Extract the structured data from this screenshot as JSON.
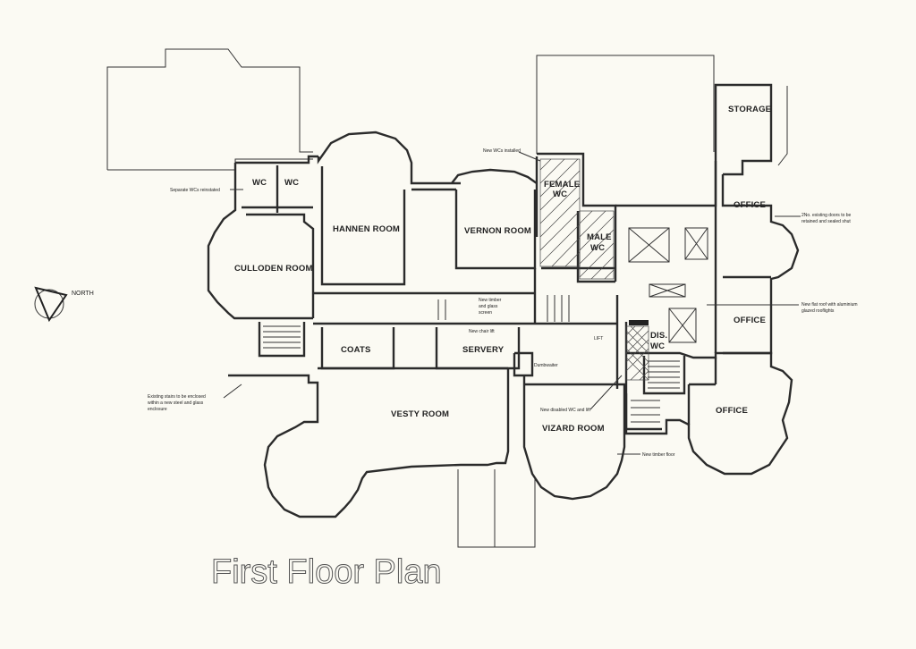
{
  "title": "First Floor Plan",
  "rooms": {
    "storage": "STORAGE",
    "office_top": "OFFICE",
    "office_mid": "OFFICE",
    "office_bottom": "OFFICE",
    "wc_left": "WC",
    "wc_right": "WC",
    "hannen": "HANNEN ROOM",
    "vernon": "VERNON ROOM",
    "culloden": "CULLODEN ROOM",
    "female_wc_1": "FEMALE",
    "female_wc_2": "WC",
    "male_wc_1": "MALE",
    "male_wc_2": "WC",
    "dis_wc_1": "DIS.",
    "dis_wc_2": "WC",
    "coats": "COATS",
    "servery": "SERVERY",
    "vesty": "VESTY ROOM",
    "vizard": "VIZARD ROOM"
  },
  "notes": {
    "separate_wcs": "Separate WCs reinstated",
    "new_wcs": "New WCs installed",
    "two_doors_1": "2No. existing doors to be",
    "two_doors_2": "retained and sealed shut",
    "flat_roof_1": "New flat roof with aluminium",
    "flat_roof_2": "glazed rooflights",
    "timber_screen_1": "New timber",
    "timber_screen_2": "and glass",
    "timber_screen_3": "screen",
    "chair_lift": "New chair lift",
    "dumbwaiter": "Dumbwaiter",
    "stairs_1": "Existing stairs to be enclosed",
    "stairs_2": "within a new steel and glass",
    "stairs_3": "enclosure",
    "dis_wc_lift": "New disabled WC and lift",
    "timber_floor": "New timber floor",
    "lift": "LIFT"
  },
  "north_label": "NORTH"
}
